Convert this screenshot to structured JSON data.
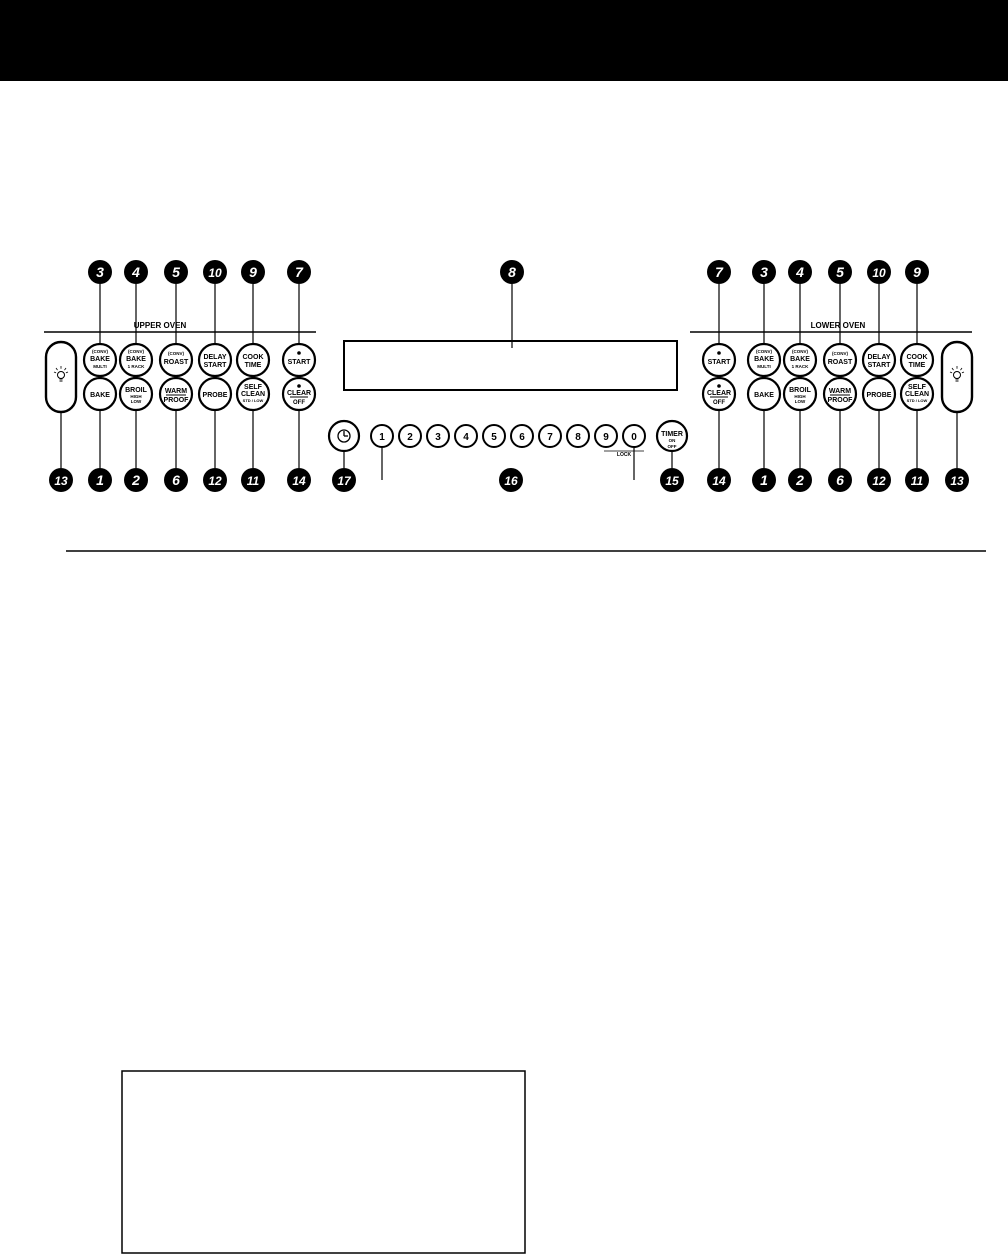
{
  "upper_oven": {
    "label": "UPPER OVEN",
    "callouts": [
      "3",
      "4",
      "5",
      "10",
      "9",
      "7"
    ],
    "bottom_callouts": [
      "13",
      "1",
      "2",
      "6",
      "12",
      "11",
      "14"
    ],
    "row1": [
      {
        "name": "upper-conv-bake-multi-button",
        "top": "(CONV)",
        "main": "BAKE",
        "sub": "MULTI"
      },
      {
        "name": "upper-conv-bake-1rack-button",
        "top": "(CONV)",
        "main": "BAKE",
        "sub": "1 RACK"
      },
      {
        "name": "upper-conv-roast-button",
        "top": "(CONV)",
        "main": "ROAST",
        "sub": ""
      },
      {
        "name": "upper-delay-start-button",
        "top": "",
        "main": "DELAY",
        "sub": "START"
      },
      {
        "name": "upper-cook-time-button",
        "top": "",
        "main": "COOK",
        "sub": "TIME"
      },
      {
        "name": "upper-start-button",
        "top": "•",
        "main": "START",
        "sub": ""
      }
    ],
    "row2": [
      {
        "name": "upper-bake-button",
        "l1": "BAKE",
        "l2": "",
        "l3": ""
      },
      {
        "name": "upper-broil-button",
        "l1": "BROIL",
        "l2": "HIGH",
        "l3": "LOW"
      },
      {
        "name": "upper-warm-proof-button",
        "l1": "WARM",
        "l2": "PROOF",
        "l3": ""
      },
      {
        "name": "upper-probe-button",
        "l1": "PROBE",
        "l2": "",
        "l3": ""
      },
      {
        "name": "upper-self-clean-button",
        "l1": "SELF",
        "l2": "CLEAN",
        "l3": "STD / LOW"
      },
      {
        "name": "upper-clear-off-button",
        "l1": "•",
        "l2": "CLEAR",
        "l3": "OFF"
      }
    ]
  },
  "lower_oven": {
    "label": "LOWER OVEN",
    "callouts": [
      "7",
      "3",
      "4",
      "5",
      "10",
      "9"
    ],
    "bottom_callouts": [
      "14",
      "1",
      "2",
      "6",
      "12",
      "11",
      "13"
    ],
    "row1": [
      {
        "name": "lower-start-button",
        "top": "•",
        "main": "START",
        "sub": ""
      },
      {
        "name": "lower-conv-bake-multi-button",
        "top": "(CONV)",
        "main": "BAKE",
        "sub": "MULTI"
      },
      {
        "name": "lower-conv-bake-1rack-button",
        "top": "(CONV)",
        "main": "BAKE",
        "sub": "1 RACK"
      },
      {
        "name": "lower-conv-roast-button",
        "top": "(CONV)",
        "main": "ROAST",
        "sub": ""
      },
      {
        "name": "lower-delay-start-button",
        "top": "",
        "main": "DELAY",
        "sub": "START"
      },
      {
        "name": "lower-cook-time-button",
        "top": "",
        "main": "COOK",
        "sub": "TIME"
      }
    ],
    "row2": [
      {
        "name": "lower-clear-off-button",
        "l1": "•",
        "l2": "CLEAR",
        "l3": "OFF"
      },
      {
        "name": "lower-bake-button",
        "l1": "BAKE",
        "l2": "",
        "l3": ""
      },
      {
        "name": "lower-broil-button",
        "l1": "BROIL",
        "l2": "HIGH",
        "l3": "LOW"
      },
      {
        "name": "lower-warm-proof-button",
        "l1": "WARM",
        "l2": "PROOF",
        "l3": ""
      },
      {
        "name": "lower-probe-button",
        "l1": "PROBE",
        "l2": "",
        "l3": ""
      },
      {
        "name": "lower-self-clean-button",
        "l1": "SELF",
        "l2": "CLEAN",
        "l3": "STD / LOW"
      }
    ]
  },
  "center": {
    "display_callout": "8",
    "digits": [
      "1",
      "2",
      "3",
      "4",
      "5",
      "6",
      "7",
      "8",
      "9",
      "0"
    ],
    "lock_label": "LOCK",
    "timer": {
      "l1": "TIMER",
      "l2": "ON",
      "l3": "OFF"
    },
    "callouts": {
      "clock": "17",
      "digits": "16",
      "timer": "15"
    }
  },
  "icons": {
    "light": "light-bulb-icon",
    "clock": "clock-icon"
  }
}
